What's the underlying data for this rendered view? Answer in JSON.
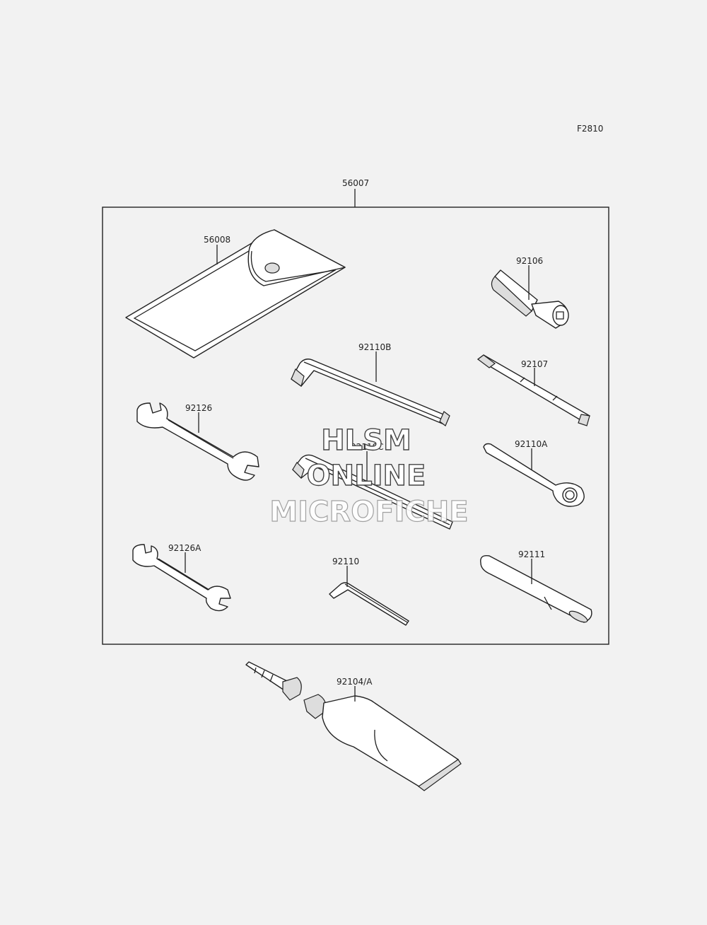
{
  "figure_code": "F2810",
  "kit_label": "56007",
  "parts": [
    {
      "id": "pouch",
      "label": "56008"
    },
    {
      "id": "socket",
      "label": "92106"
    },
    {
      "id": "hex-wrench-b",
      "label": "92110B"
    },
    {
      "id": "screwdriver",
      "label": "92107"
    },
    {
      "id": "wrench-large",
      "label": "92126"
    },
    {
      "id": "hex-wrench-c",
      "label": "92110C"
    },
    {
      "id": "ring-wrench",
      "label": "92110A"
    },
    {
      "id": "wrench-small",
      "label": "92126A"
    },
    {
      "id": "hex-wrench",
      "label": "92110"
    },
    {
      "id": "handle",
      "label": "92111"
    },
    {
      "id": "grease-tube",
      "label": "92104/A"
    }
  ],
  "watermark": {
    "line1": "HLSM",
    "line2": "ONLINE",
    "line3": "MICROFICHE"
  }
}
